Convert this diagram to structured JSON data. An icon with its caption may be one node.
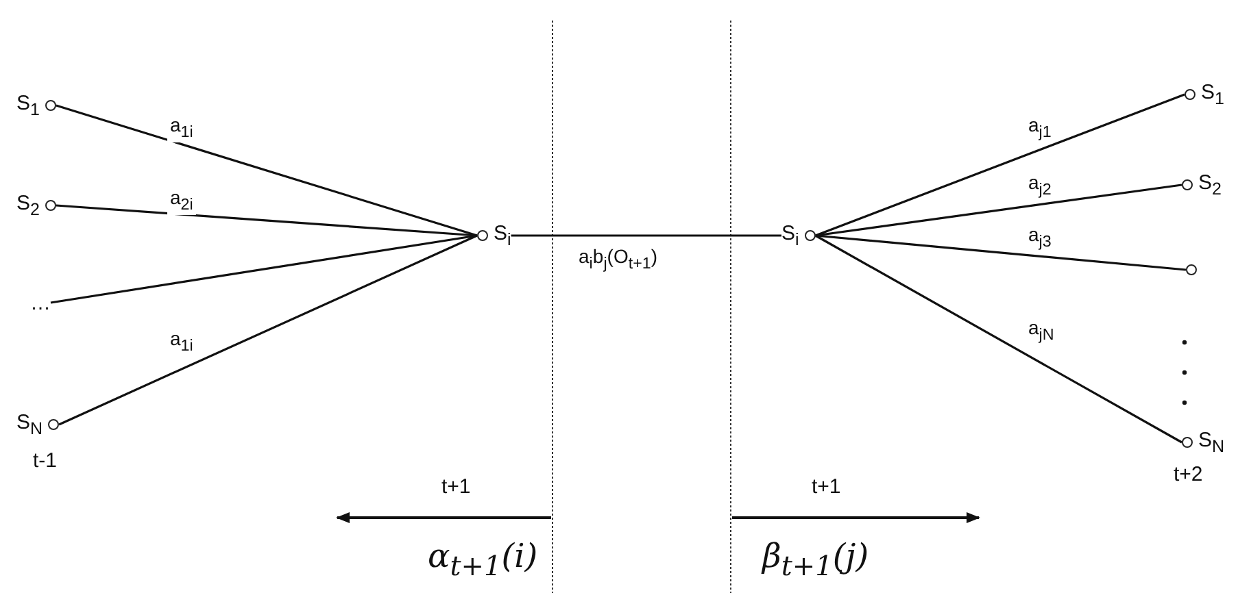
{
  "diagram": {
    "nodes": [
      {
        "text": [
          "S$_{1}$"
        ]
      },
      {
        "text": [
          "S$_{2}$"
        ]
      },
      {
        "text": [
          "…"
        ]
      },
      {
        "text": [
          "S$_{N}$"
        ]
      },
      {
        "text": [
          "S$_{i}$"
        ]
      },
      {
        "text": [
          "S$_{i}$"
        ]
      },
      {
        "text": [
          "S$_{1}$"
        ]
      },
      {
        "text": [
          "S$_{2}$"
        ]
      },
      {
        "text": [],
        "shape": "circle"
      },
      {
        "text": [
          "S$_{N}$"
        ]
      }
    ],
    "edges": [
      {
        "from": 0,
        "to": 4,
        "arrow": "none",
        "label": "a$_{1i}$"
      },
      {
        "from": 1,
        "to": 4,
        "arrow": "none",
        "label": "a$_{2i}$"
      },
      {
        "from": 2,
        "to": 4,
        "arrow": "none"
      },
      {
        "from": 3,
        "to": 4,
        "arrow": "none",
        "label": "a$_{1i}$"
      },
      {
        "from": 4,
        "to": 5,
        "arrow": "none",
        "label": "a$_{i}$b$_{j}$(O$_{t+1}$)"
      },
      {
        "from": 5,
        "to": 6,
        "arrow": "none",
        "label": "a$_{j1}$"
      },
      {
        "from": 5,
        "to": 7,
        "arrow": "none",
        "label": "a$_{j2}$"
      },
      {
        "from": 5,
        "to": 8,
        "arrow": "none",
        "label": "a$_{j3}$"
      },
      {
        "from": 5,
        "to": 9,
        "arrow": "none",
        "label": "a$_{jN}$"
      }
    ],
    "labels": [
      "t-1",
      "t+1",
      "t+1",
      "t+2",
      "α$_{t+1}$(i)",
      "β$_{t+1}$(j)"
    ]
  }
}
